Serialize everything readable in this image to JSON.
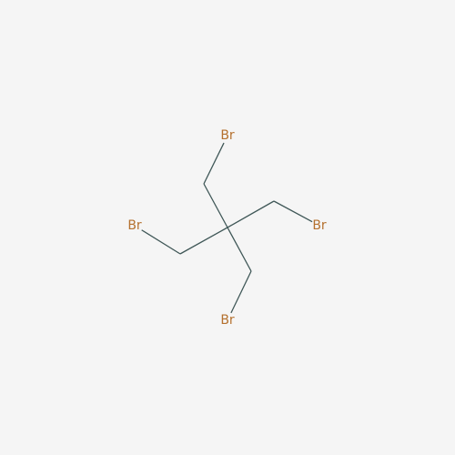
{
  "molecule": {
    "atoms": [
      {
        "id": "c-center",
        "element": "C",
        "label": ""
      },
      {
        "id": "c-top",
        "element": "C",
        "label": ""
      },
      {
        "id": "c-left",
        "element": "C",
        "label": ""
      },
      {
        "id": "c-right",
        "element": "C",
        "label": ""
      },
      {
        "id": "c-bottom",
        "element": "C",
        "label": ""
      },
      {
        "id": "br-top",
        "element": "Br",
        "label": "Br"
      },
      {
        "id": "br-left",
        "element": "Br",
        "label": "Br"
      },
      {
        "id": "br-right",
        "element": "Br",
        "label": "Br"
      },
      {
        "id": "br-bottom",
        "element": "Br",
        "label": "Br"
      }
    ],
    "bonds": [
      {
        "id": "bond-center-top",
        "from": "c-center",
        "to": "c-top",
        "order": 1
      },
      {
        "id": "bond-center-left",
        "from": "c-center",
        "to": "c-left",
        "order": 1
      },
      {
        "id": "bond-center-right",
        "from": "c-center",
        "to": "c-right",
        "order": 1
      },
      {
        "id": "bond-center-bottom",
        "from": "c-center",
        "to": "c-bottom",
        "order": 1
      },
      {
        "id": "bond-top-br",
        "from": "c-top",
        "to": "br-top",
        "order": 1
      },
      {
        "id": "bond-left-br",
        "from": "c-left",
        "to": "br-left",
        "order": 1
      },
      {
        "id": "bond-right-br",
        "from": "c-right",
        "to": "br-right",
        "order": 1
      },
      {
        "id": "bond-bottom-br",
        "from": "c-bottom",
        "to": "br-bottom",
        "order": 1
      }
    ]
  },
  "colors": {
    "background": "#f5f5f5",
    "bond": "#3f5757",
    "bromine": "#b5712f"
  }
}
